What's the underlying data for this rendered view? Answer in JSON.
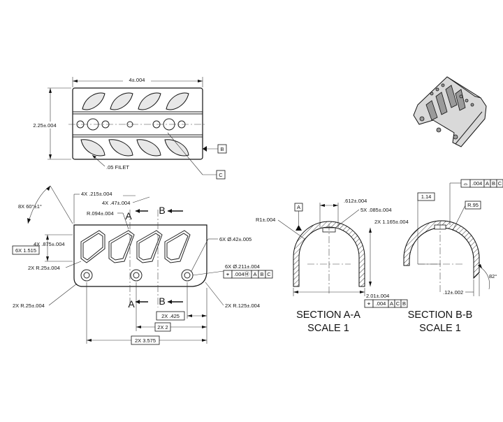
{
  "top_view": {
    "width_dim": "4±.004",
    "height_dim": "2.25±.004",
    "fillet_note": ".05 FILET",
    "datum_b": "B",
    "datum_c": "C"
  },
  "side_view": {
    "angle_note": "8X 60°±1°",
    "slot_width_note": "4X .215±.004",
    "slot_depth_note": "4X .47±.004",
    "slot_radius_note": "R.094±.004",
    "slot_pitch_note": "4X .875±.004",
    "basic_1515": "6X 1.515",
    "small_radius_note": "2X R.25±.004",
    "hole_dia_note": "6X Ø.42±.005",
    "thru_hole_note": "6X Ø.211±.004",
    "fcf_sym": "⌖",
    "fcf_tol": ".004Ⓜ",
    "fcf_a": "A",
    "fcf_b": "B",
    "fcf_c": "C",
    "corner_radius_left": "2X R.25±.004",
    "corner_radius_right": "2X R.125±.004",
    "dim_425": "2X .425",
    "dim_2": "2X 2",
    "dim_3575": "2X 3.575",
    "section_a_label": "A",
    "section_b_label": "B"
  },
  "section_aa": {
    "datum_a": "A",
    "radius_note": "R1±.004",
    "dim_612": ".612±.004",
    "slot_note": "5X .085±.004",
    "dim_1165": "2X 1.165±.004",
    "dim_201": "2.01±.004",
    "fcf_sym": "⌖",
    "fcf_tol": ".004",
    "fcf_a": "A",
    "fcf_c": "C",
    "fcf_b": "B",
    "title": "SECTION A-A",
    "scale": "SCALE 1"
  },
  "section_bb": {
    "dim_114": "1.14",
    "profile_sym": "⌓",
    "profile_tol": ".004",
    "profile_a": "A",
    "profile_b": "B",
    "profile_c": "C",
    "radius_note": "R.95",
    "dim_12": ".12±.002",
    "angle": "82°",
    "title": "SECTION B-B",
    "scale": "SCALE 1"
  }
}
